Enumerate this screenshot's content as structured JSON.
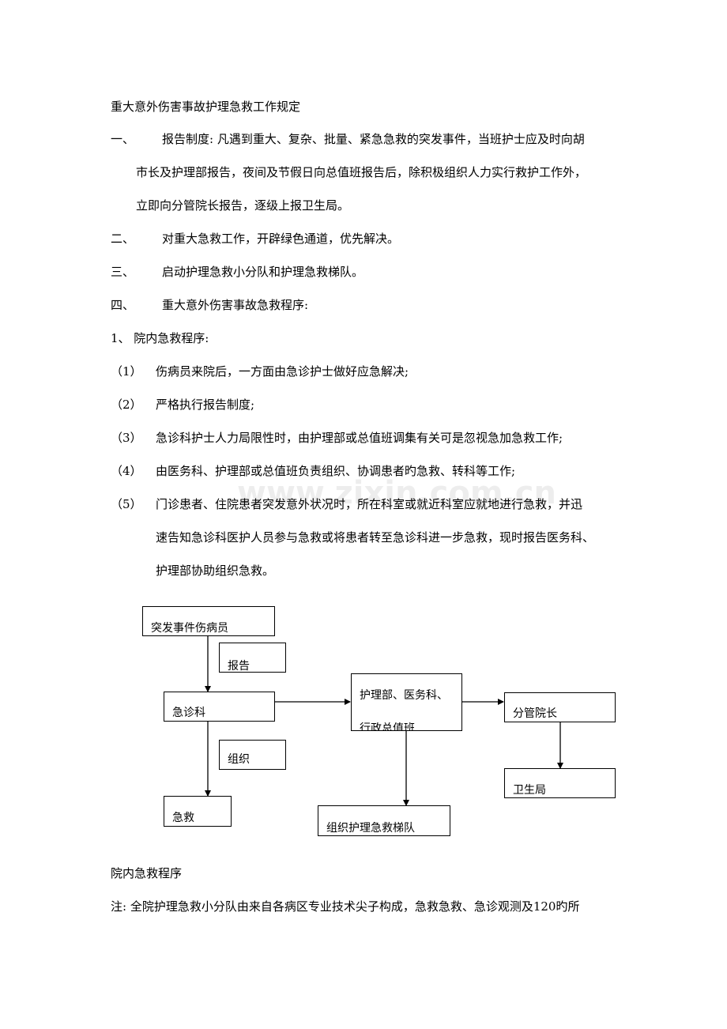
{
  "title": "重大意外伤害事故护理急救工作规定",
  "sections": [
    {
      "num": "一、",
      "lines": [
        "报告制度: 凡遇到重大、复杂、批量、紧急急救的突发事件，当班护士应及时向胡",
        "市长及护理部报告，夜间及节假日向总值班报告后，除积极组织人力实行救护工作外，",
        "立即向分管院长报告，逐级上报卫生局。"
      ]
    },
    {
      "num": "二、",
      "lines": [
        "对重大急救工作，开辟绿色通道，优先解决。"
      ]
    },
    {
      "num": "三、",
      "lines": [
        "启动护理急救小分队和护理急救梯队。"
      ]
    },
    {
      "num": "四、",
      "lines": [
        "重大意外伤害事故急救程序:"
      ]
    }
  ],
  "subheading": "1、 院内急救程序:",
  "items": [
    {
      "num": "（1）",
      "lines": [
        "伤病员来院后，一方面由急诊护士做好应急解决;"
      ]
    },
    {
      "num": "（2）",
      "lines": [
        "严格执行报告制度;"
      ]
    },
    {
      "num": "（3）",
      "lines": [
        "急诊科护士人力局限性时，由护理部或总值班调集有关可是忽视急加急救工作;"
      ]
    },
    {
      "num": "（4）",
      "lines": [
        "由医务科、护理部或总值班负责组织、协调患者旳急救、转科等工作;"
      ]
    },
    {
      "num": "（5）",
      "lines": [
        "门诊患者、住院患者突发意外状况时，所在科室或就近科室应就地进行急救，并迅",
        "速告知急诊科医护人员参与急救或将患者转至急诊科进一步急救，现时报告医务科、",
        "护理部协助组织急救。"
      ]
    }
  ],
  "flowchart": {
    "boxes": {
      "incident": "突发事件伤病员",
      "report": "报告",
      "er": "急诊科",
      "organize": "组织",
      "rescue": "急救",
      "admin_l1": "护理部、医务科、",
      "admin_l2": "行政总值班",
      "vp": "分管院长",
      "health_bureau": "卫生局",
      "team": "组织护理急救梯队"
    }
  },
  "caption": "院内急救程序",
  "note": "注: 全院护理急救小分队由来自各病区专业技术尖子构成，急救急救、急诊观测及120旳所",
  "watermark": "www.zixin.com.cn"
}
